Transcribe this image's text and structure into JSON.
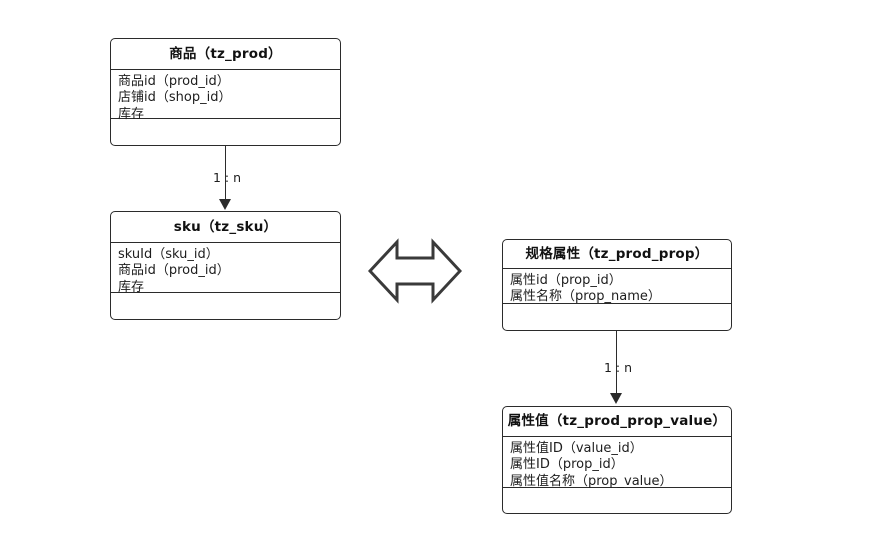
{
  "diagram": {
    "title": "product-sku-property-er-diagram",
    "stroke_color": "#2b2b2b",
    "text_color": "#1d1d1d",
    "background": "#ffffff",
    "entities": [
      {
        "id": "tz_prod",
        "title": "商品（tz_prod）",
        "attributes": [
          "商品id（prod_id）",
          "店铺id（shop_id）",
          "库存"
        ]
      },
      {
        "id": "tz_sku",
        "title": "sku（tz_sku）",
        "attributes": [
          "skuId（sku_id）",
          "商品id（prod_id）",
          "库存"
        ]
      },
      {
        "id": "tz_prod_prop",
        "title": "规格属性（tz_prod_prop）",
        "attributes": [
          "属性id（prop_id）",
          "属性名称（prop_name）"
        ]
      },
      {
        "id": "tz_prod_prop_value",
        "title": "属性值（tz_prod_prop_value）",
        "attributes": [
          "属性值ID（value_id）",
          "属性ID（prop_id）",
          "属性值名称（prop_value）"
        ]
      }
    ],
    "relations": [
      {
        "id": "prod-to-sku",
        "label": "1 : n",
        "from": "tz_prod",
        "to": "tz_sku"
      },
      {
        "id": "prop-to-prop-value",
        "label": "1 : n",
        "from": "tz_prod_prop",
        "to": "tz_prod_prop_value"
      }
    ],
    "shapes": [
      {
        "id": "bidirectional-arrow",
        "name": "double-headed-arrow-icon"
      }
    ]
  }
}
